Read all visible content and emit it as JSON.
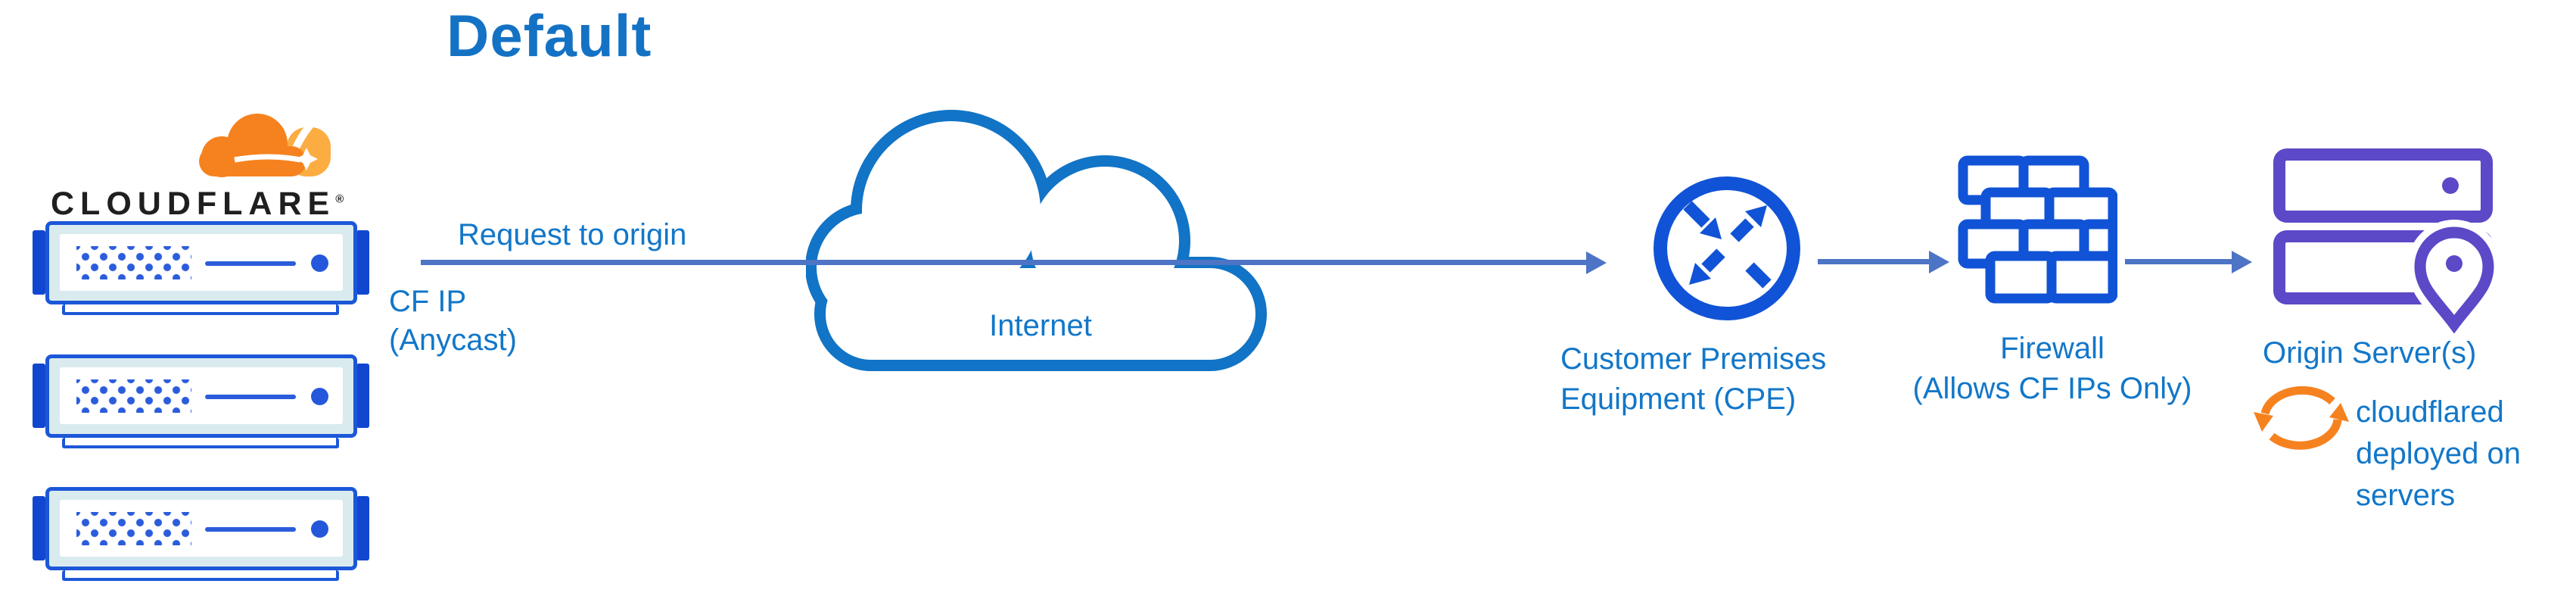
{
  "title": "Default",
  "cloudflare": {
    "wordmark": "CLOUDFLARE",
    "registered": "®"
  },
  "labels": {
    "request_to_origin": "Request to origin",
    "cf_ip_line1": "CF IP",
    "cf_ip_line2": "(Anycast)",
    "internet": "Internet",
    "cpe_line1": "Customer Premises",
    "cpe_line2": "Equipment (CPE)",
    "firewall_line1": "Firewall",
    "firewall_line2": "(Allows CF IPs Only)",
    "origin_servers": "Origin Server(s)",
    "cloudflared_line1": "cloudflared",
    "cloudflared_line2": "deployed on",
    "cloudflared_line3": "servers"
  },
  "colors": {
    "title_blue": "#1472c5",
    "label_blue": "#1277c9",
    "arrow_blue": "#4d74c5",
    "icon_blue": "#1153d6",
    "server_border_blue": "#1c57d8",
    "server_fill_cyan": "#d9ebee",
    "cloud_stroke_blue": "#1174c6",
    "origin_purple": "#5b49c7",
    "cloudflare_orange": "#f6821f",
    "cloudflare_orange_light": "#fbad41",
    "wordmark_black": "#1f1f1f"
  }
}
